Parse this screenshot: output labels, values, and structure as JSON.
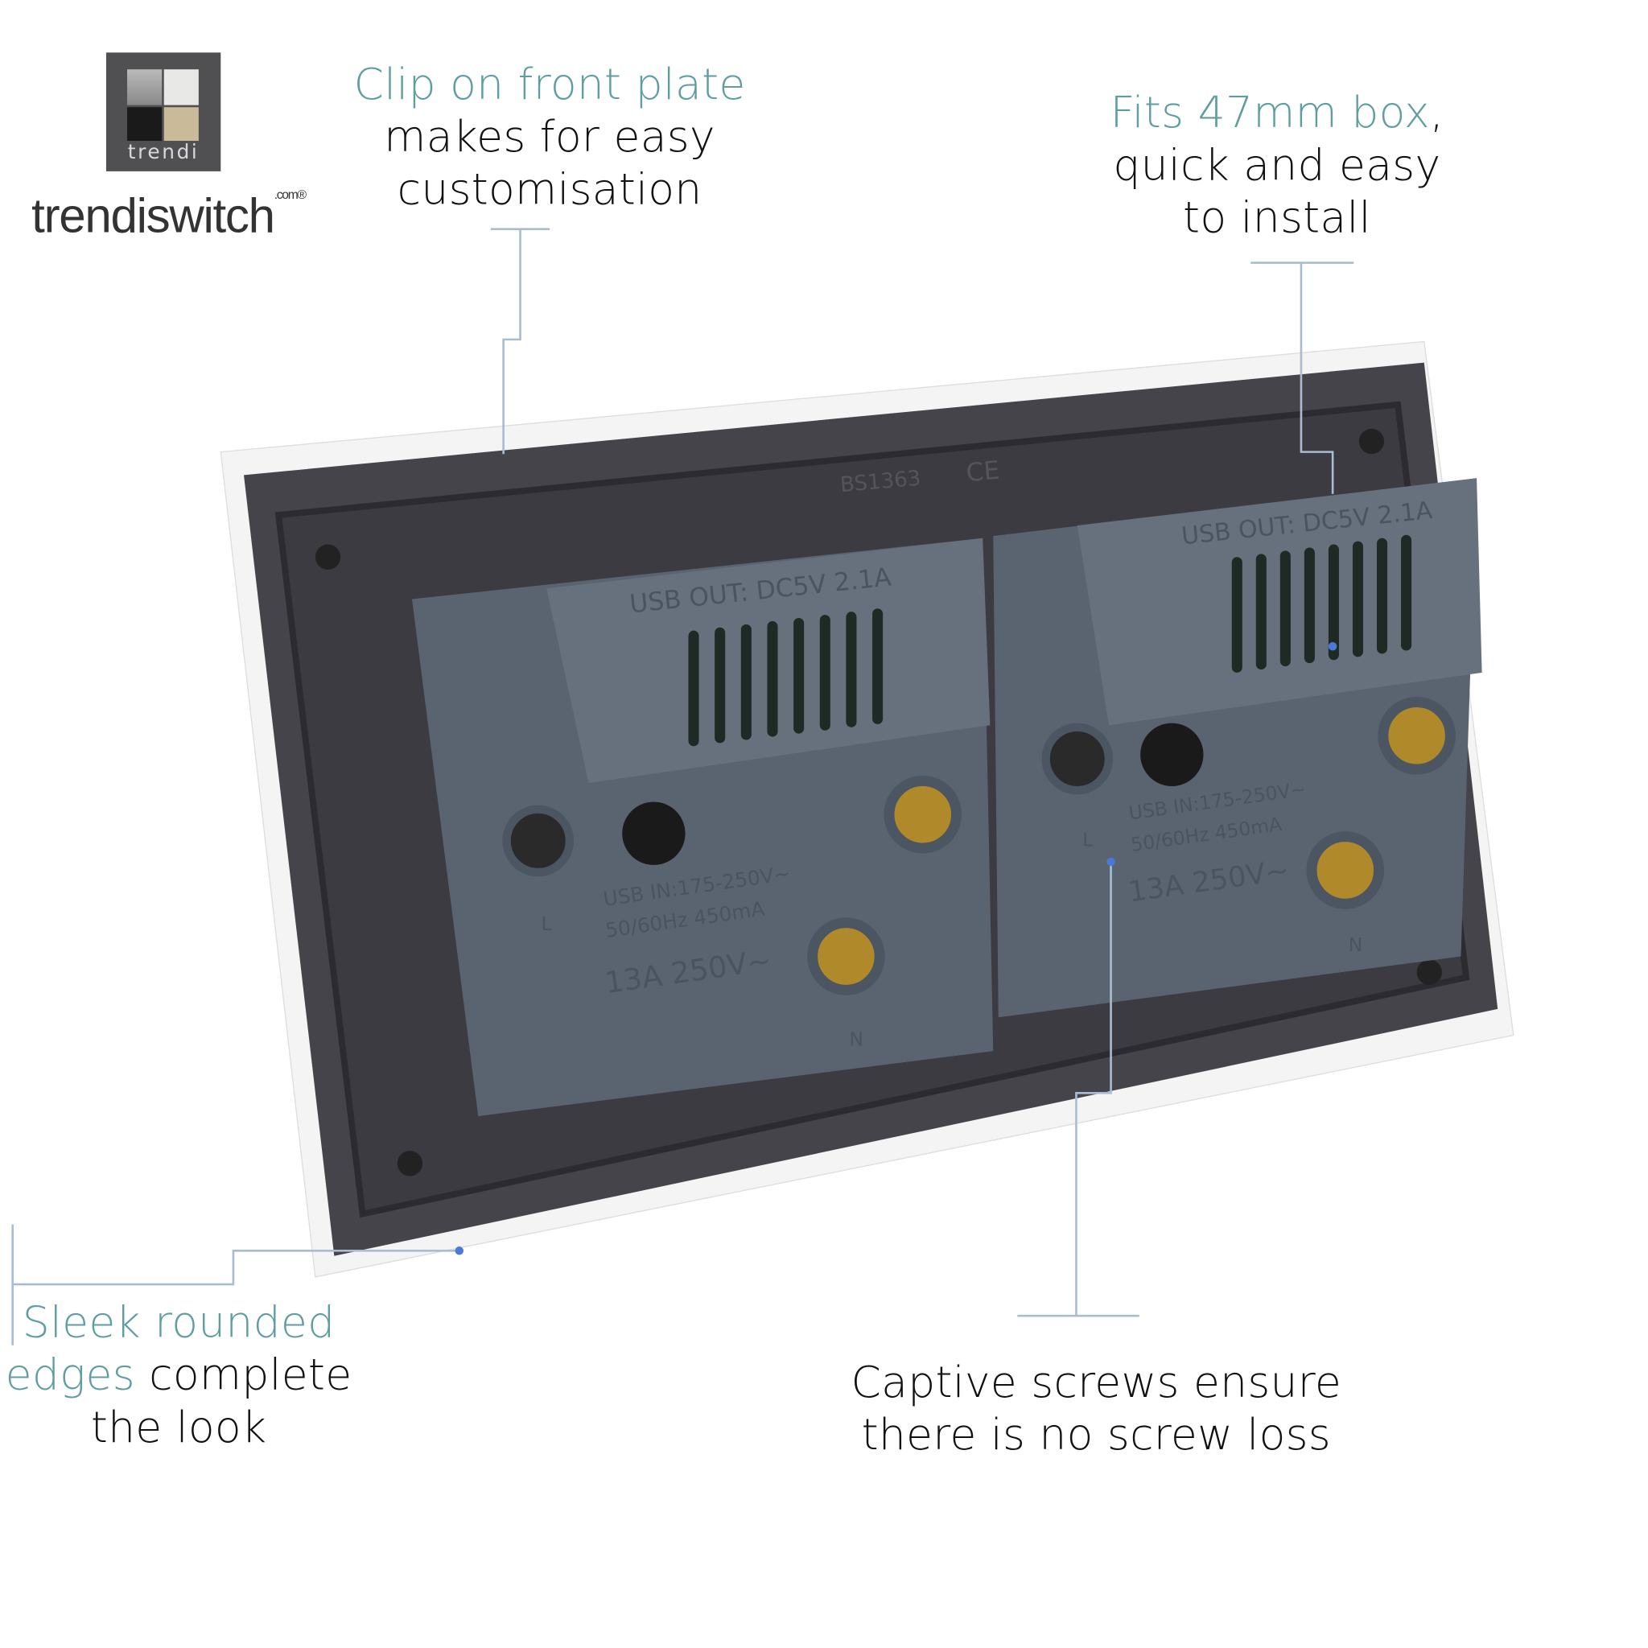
{
  "brand": {
    "logo_text": "trendi",
    "name": "trendiswitch",
    "suffix": ".com",
    "registered": "®"
  },
  "callouts": {
    "clip": {
      "highlight": "Clip on front plate",
      "line2": "makes for easy",
      "line3": "customisation"
    },
    "fits": {
      "highlight": "Fits 47mm box",
      "comma": ",",
      "line2": "quick and easy",
      "line3": "to install"
    },
    "sleek": {
      "highlight1": "Sleek rounded",
      "highlight2": "edges",
      "rest2": " complete",
      "line3": "the look"
    },
    "captive": {
      "line1": "Captive screws ensure",
      "line2": "there is no screw loss"
    }
  },
  "product": {
    "markings": [
      "BS1363",
      "CE"
    ],
    "module_left": {
      "usb_out": "USB OUT:  DC5V  2.1A",
      "usb_in": "USB IN:175-250V~",
      "freq": "50/60Hz  450mA",
      "rating": "13A 250V~",
      "live": "L",
      "neutral": "N"
    },
    "module_right": {
      "usb_out": "USB OUT:  DC5V  2.1A",
      "usb_in": "USB IN:175-250V~",
      "freq": "50/60Hz  450mA",
      "rating": "13A 250V~",
      "live": "L",
      "neutral": "N"
    }
  },
  "colors": {
    "accent": "#5f9ea0",
    "leader": "#a9bdd2",
    "module": "#5a6470",
    "frame": "#45444b"
  }
}
